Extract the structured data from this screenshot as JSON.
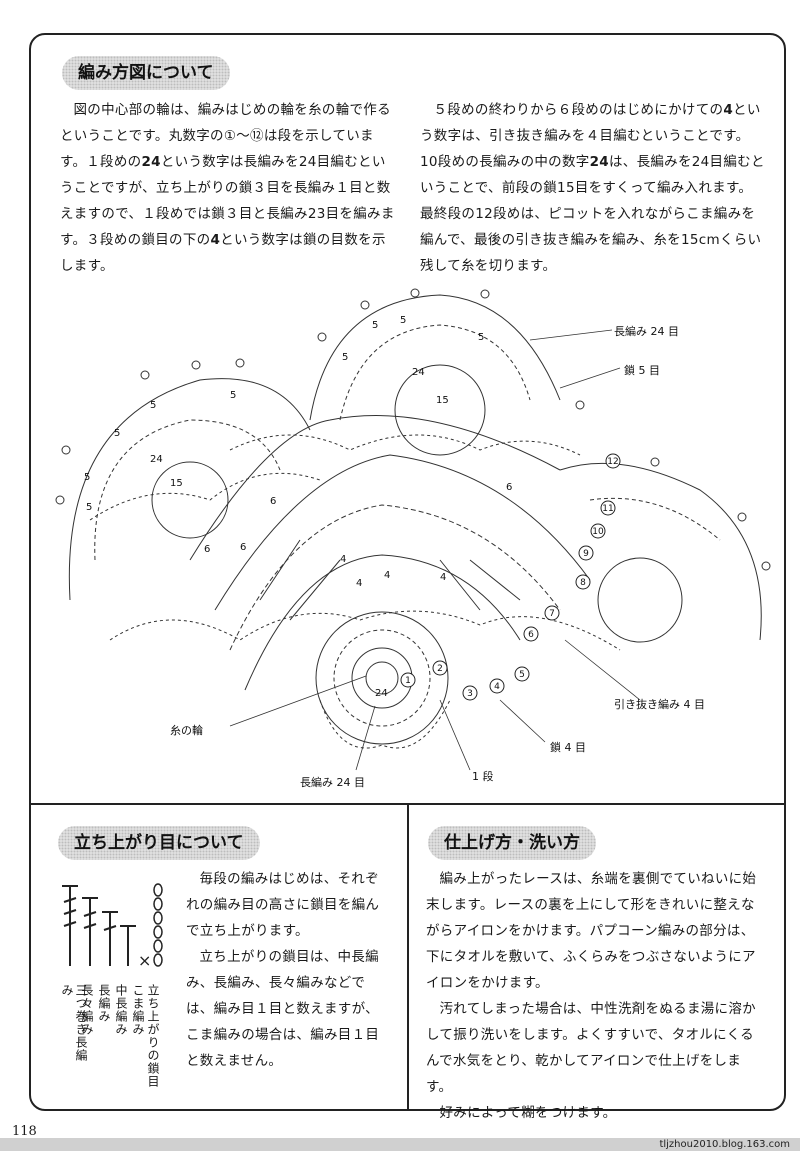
{
  "sections": {
    "pattern": {
      "title": "編み方図について",
      "left_text": [
        "図の中心部の輪は、編みはじめの輪を糸の輪で作るということです。丸数字の①～⑫は段を示しています。１段めの",
        "24",
        "という数字は長編みを24目編むということですが、立ち上がりの鎖３目を長編み１目と数えますので、１段めでは鎖３目と長編み23目を編みます。３段めの鎖目の下の",
        "4",
        "という数字は鎖の目数を示します。"
      ],
      "right_text": [
        "５段めの終わりから６段めのはじめにかけての",
        "4",
        "という数字は、引き抜き編みを４目編むということです。10段めの長編みの中の数字",
        "24",
        "は、長編みを24目編むということで、前段の鎖15目をすくって編み入れます。最終段の12段めは、ピコットを入れながらこま編みを編んで、最後の引き抜き編みを編み、糸を15cmくらい残して糸を切ります。"
      ]
    },
    "starting": {
      "title": "立ち上がり目について",
      "text1": "毎段の編みはじめは、それぞれの編み目の高さに鎖目を編んで立ち上がります。",
      "text2": "立ち上がりの鎖目は、中長編み、長編み、長々編みなどでは、編み目１目と数えますが、こま編みの場合は、編み目１目と数えません。",
      "diagram_labels": [
        "立ち上がりの鎖目",
        "こま編み",
        "中長編み",
        "長編み",
        "長々編み",
        "三つ巻き長編み"
      ]
    },
    "finishing": {
      "title": "仕上げ方・洗い方",
      "paragraphs": [
        "編み上がったレースは、糸端を裏側でていねいに始末します。レースの裏を上にして形をきれいに整えながらアイロンをかけます。パプコーン編みの部分は、下にタオルを敷いて、ふくらみをつぶさないようにアイロンをかけます。",
        "汚れてしまった場合は、中性洗剤をぬるま湯に溶かして振り洗いをします。よくすすいで、タオルにくるんで水気をとり、乾かしてアイロンで仕上げをします。",
        "好みによって糊をつけます。"
      ]
    }
  },
  "diagram": {
    "labels": {
      "treble24_top": "長編み 24 目",
      "chain5": "鎖 5 目",
      "slip4": "引き抜き編み 4 目",
      "chain4": "鎖 4 目",
      "round1": "1 段",
      "treble24_bottom": "長編み 24 目",
      "thread_ring": "糸の輪"
    },
    "numbers": {
      "n5": "5",
      "n6": "6",
      "n4": "4",
      "n15": "15",
      "n24": "24",
      "r1": "1",
      "r2": "2",
      "r3": "3",
      "r4": "4",
      "r5": "5",
      "r6": "6",
      "r7": "7",
      "r8": "8",
      "r9": "9",
      "r10": "10",
      "r11": "11",
      "r12": "12"
    }
  },
  "page_number": "118",
  "footer": "tljzhou2010.blog.163.com"
}
